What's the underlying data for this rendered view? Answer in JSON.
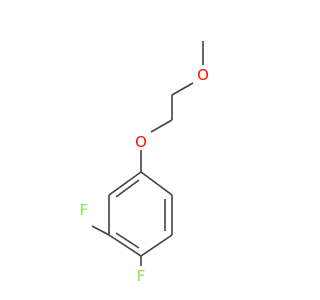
{
  "molecule": {
    "atoms": [
      {
        "id": "o_methoxy",
        "symbol": "O",
        "color": "#ff0d0d"
      },
      {
        "id": "o_ether",
        "symbol": "O",
        "color": "#ff0d0d"
      },
      {
        "id": "f_3",
        "symbol": "F",
        "color": "#90e050"
      },
      {
        "id": "f_4",
        "symbol": "F",
        "color": "#90e050"
      }
    ],
    "bond_color": "#404040"
  }
}
